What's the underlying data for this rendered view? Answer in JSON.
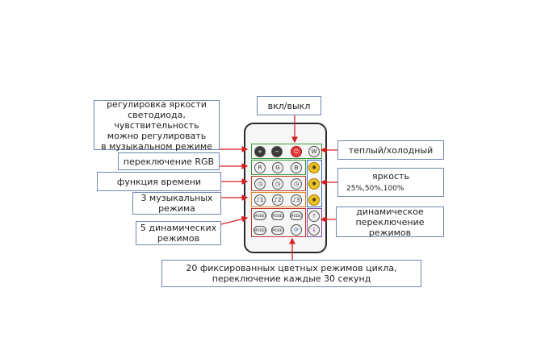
{
  "labels": {
    "brightness_led": [
      "регулировка яркости",
      "светодиода, чувствительность",
      "можно регулировать",
      "в музыкальном режиме"
    ],
    "on_off": "вкл/выкл",
    "rgb_switch": "переключение RGB",
    "time_function": "функция времени",
    "music_modes": [
      "3 музыкальных",
      "режима"
    ],
    "dynamic_modes": [
      "5 динамических",
      "режимов"
    ],
    "warm_cold": "теплый/холодный",
    "brightness": "яркость",
    "brightness_values": "25%,50%,100%",
    "dynamic_switch": [
      "динамическое",
      "переключение",
      "режимов"
    ],
    "fixed_modes": [
      "20 фиксированных цветных режимов цикла,",
      "переключение каждые 30 секунд"
    ]
  },
  "buttons": {
    "row1": [
      "+",
      "−",
      "⏻",
      "W"
    ],
    "row2": [
      "R",
      "G",
      "B"
    ],
    "row4": [
      "♪1",
      "♪2",
      "♪3"
    ],
    "row5": [
      "MODE1",
      "MODE2",
      "MODE3"
    ],
    "row6": [
      "MODE4",
      "MODE5"
    ]
  },
  "colors": {
    "label_border": "#6f86ad",
    "arrow": "#d62020"
  }
}
